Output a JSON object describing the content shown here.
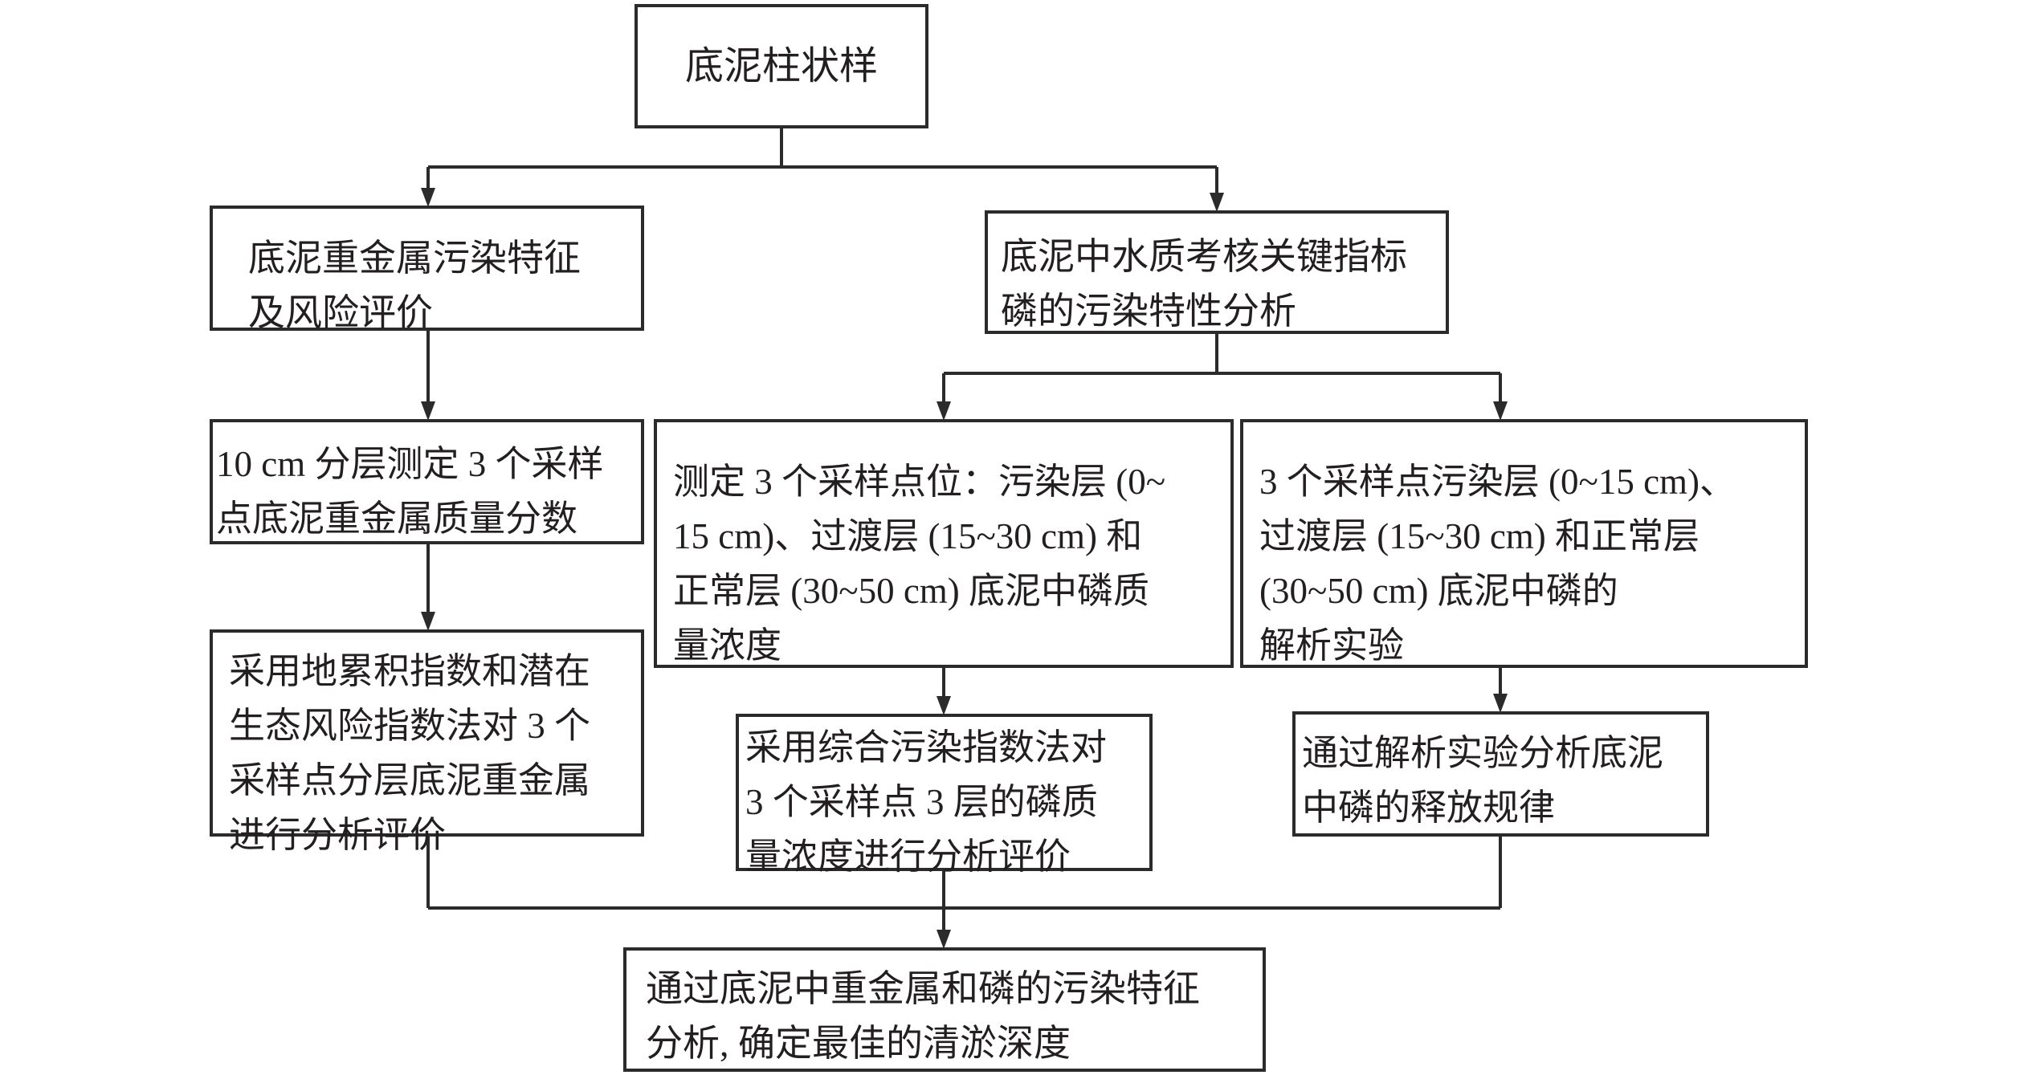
{
  "diagram": {
    "type": "flowchart",
    "nodes": {
      "root": {
        "lines": [
          "底泥柱状样"
        ]
      },
      "heavy_metal": {
        "lines": [
          "底泥重金属污染特征",
          "及风险评价"
        ]
      },
      "phosphorus": {
        "lines": [
          "底泥中水质考核关键指标",
          "磷的污染特性分析"
        ]
      },
      "layer_measure": {
        "lines": [
          "10 cm 分层测定 3 个采样",
          "点底泥重金属质量分数"
        ]
      },
      "heavy_metal_eval": {
        "lines": [
          "采用地累积指数和潜在",
          "生态风险指数法对 3 个",
          "采样点分层底泥重金属",
          "进行分析评价"
        ]
      },
      "p_concentration": {
        "lines": [
          "测定 3 个采样点位：污染层 (0~",
          "15 cm)、过渡层 (15~30 cm) 和",
          "正常层 (30~50 cm) 底泥中磷质",
          "量浓度"
        ]
      },
      "p_desorption": {
        "lines": [
          "3 个采样点污染层 (0~15 cm)、",
          "过渡层 (15~30 cm) 和正常层",
          "(30~50 cm) 底泥中磷的",
          "解析实验"
        ]
      },
      "p_eval": {
        "lines": [
          "采用综合污染指数法对",
          "3 个采样点 3 层的磷质",
          "量浓度进行分析评价"
        ]
      },
      "p_release": {
        "lines": [
          "通过解析实验分析底泥",
          "中磷的释放规律"
        ]
      },
      "final": {
        "lines": [
          "通过底泥中重金属和磷的污染特征",
          "分析, 确定最佳的清淤深度"
        ]
      }
    },
    "edges": [
      [
        "root",
        "heavy_metal"
      ],
      [
        "root",
        "phosphorus"
      ],
      [
        "heavy_metal",
        "layer_measure"
      ],
      [
        "layer_measure",
        "heavy_metal_eval"
      ],
      [
        "phosphorus",
        "p_concentration"
      ],
      [
        "phosphorus",
        "p_desorption"
      ],
      [
        "p_concentration",
        "p_eval"
      ],
      [
        "p_desorption",
        "p_release"
      ],
      [
        "heavy_metal_eval",
        "final"
      ],
      [
        "p_eval",
        "final"
      ],
      [
        "p_release",
        "final"
      ]
    ],
    "colors": {
      "line": "#2b2b2b",
      "text": "#231f20",
      "background": "#ffffff"
    }
  }
}
